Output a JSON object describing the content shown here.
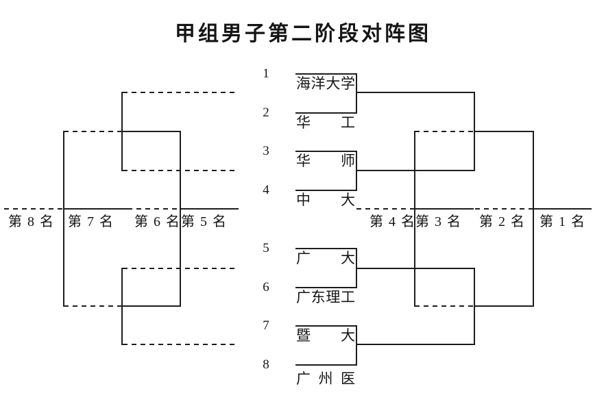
{
  "title": "甲组男子第二阶段对阵图",
  "entries": [
    {
      "seed": "1",
      "team": "海洋大学"
    },
    {
      "seed": "2",
      "team": "华工"
    },
    {
      "seed": "3",
      "team": "华师"
    },
    {
      "seed": "4",
      "team": "中大"
    },
    {
      "seed": "5",
      "team": "广大"
    },
    {
      "seed": "6",
      "team": "广东理工"
    },
    {
      "seed": "7",
      "team": "暨大"
    },
    {
      "seed": "8",
      "team": "广州医"
    }
  ],
  "ranks": [
    "第8名",
    "第7名",
    "第6名",
    "第5名",
    "第4名",
    "第3名",
    "第2名",
    "第1名"
  ],
  "colors": {
    "line": "#1c1c1c",
    "text": "#151515",
    "background": "#ffffff"
  }
}
